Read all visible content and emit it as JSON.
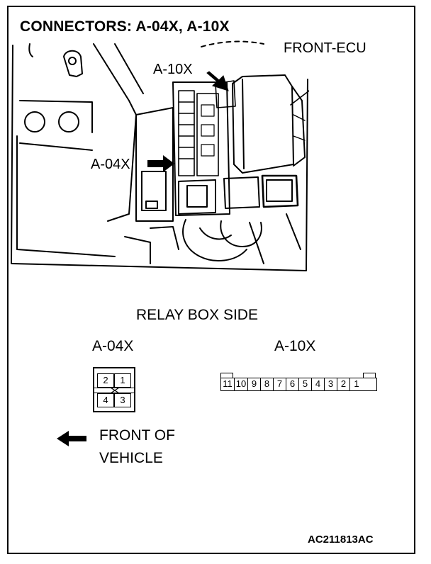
{
  "title": "CONNECTORS: A-04X, A-10X",
  "callouts": {
    "front_ecu": "FRONT-ECU",
    "a10x": "A-10X",
    "a04x": "A-04X"
  },
  "connector_view": {
    "side_label": "RELAY BOX SIDE",
    "a04x_label": "A-04X",
    "a10x_label": "A-10X",
    "a04x_pins": [
      "2",
      "1",
      "4",
      "3"
    ],
    "a10x_pins": [
      "11",
      "10",
      "9",
      "8",
      "7",
      "6",
      "5",
      "4",
      "3",
      "2",
      "1"
    ]
  },
  "direction": {
    "line1": "FRONT OF",
    "line2": "VEHICLE"
  },
  "figure_id": "AC211813AC"
}
